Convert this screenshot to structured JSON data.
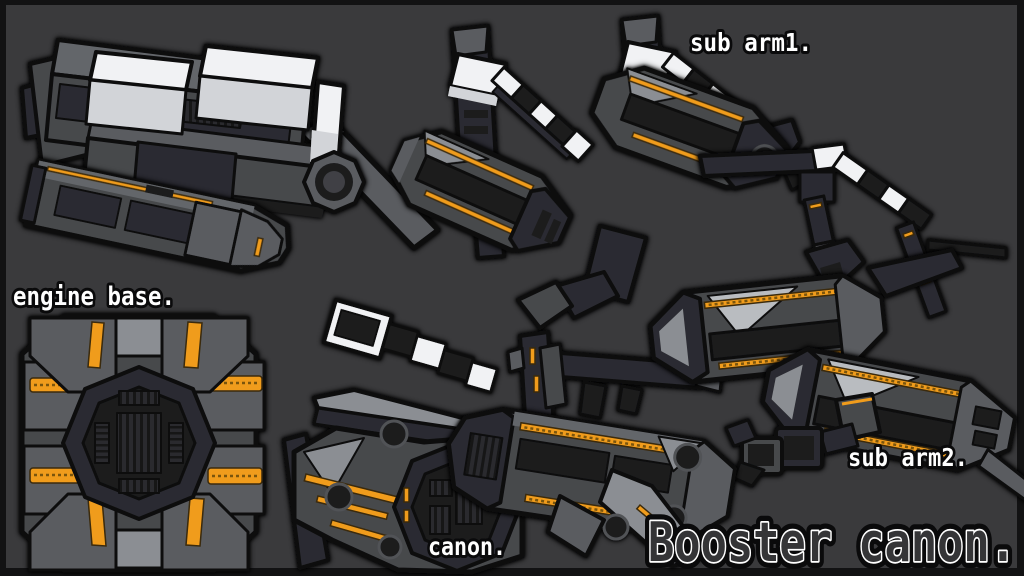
{
  "scene": {
    "type": "3d-model-part-breakdown",
    "style": "toon-shaded mech concept render",
    "parts_shown": [
      "engine base (upper side assembly)",
      "engine base (barrel piece)",
      "engine base (front view)",
      "sub arm1 (articulated arm assembly)",
      "sub arm2 (articulated arm assembly)",
      "canon (front view)",
      "canon (side view)"
    ]
  },
  "labels": {
    "sub_arm1": "sub arm1.",
    "sub_arm2": "sub arm2.",
    "engine_base": "engine base.",
    "canon": "canon.",
    "title": "Booster canon."
  },
  "colors": {
    "background": "#3a3a3c",
    "frame": "#121213",
    "outline": "#0c0c0e",
    "body_gray": "#47484c",
    "body_mid": "#5a5c61",
    "body_top": "#64666b",
    "body_dark": "#2b2c30",
    "body_darker": "#1b1c1f",
    "panel_light": "#b9bcc0",
    "panel_mid": "#8b8e93",
    "panel_white": "#f1f2f4",
    "panel_white_shade": "#d2d4d8",
    "accent_orange": "#f09c1f",
    "label_fill": "#ffffff",
    "title_fill": "#353537"
  }
}
